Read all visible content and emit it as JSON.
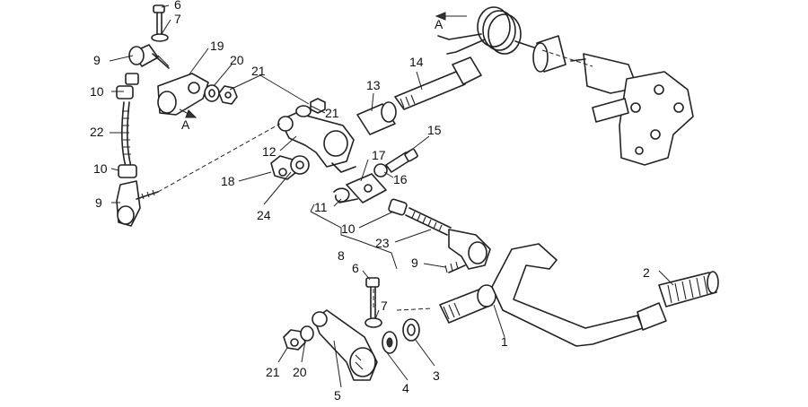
{
  "callouts": [
    {
      "id": "c6a",
      "text": "6"
    },
    {
      "id": "c7a",
      "text": "7"
    },
    {
      "id": "c9a",
      "text": "9"
    },
    {
      "id": "c19",
      "text": "19"
    },
    {
      "id": "c20a",
      "text": "20"
    },
    {
      "id": "c21a",
      "text": "21"
    },
    {
      "id": "c10a",
      "text": "10"
    },
    {
      "id": "c22",
      "text": "22"
    },
    {
      "id": "c21b",
      "text": "21"
    },
    {
      "id": "c13",
      "text": "13"
    },
    {
      "id": "c14",
      "text": "14"
    },
    {
      "id": "c12",
      "text": "12"
    },
    {
      "id": "c15",
      "text": "15"
    },
    {
      "id": "c17",
      "text": "17"
    },
    {
      "id": "c10b",
      "text": "10"
    },
    {
      "id": "c18",
      "text": "18"
    },
    {
      "id": "c16",
      "text": "16"
    },
    {
      "id": "c9b",
      "text": "9"
    },
    {
      "id": "c11",
      "text": "11"
    },
    {
      "id": "c24",
      "text": "24"
    },
    {
      "id": "c10c",
      "text": "10"
    },
    {
      "id": "c23",
      "text": "23"
    },
    {
      "id": "c8",
      "text": "8"
    },
    {
      "id": "c9c",
      "text": "9"
    },
    {
      "id": "c6b",
      "text": "6"
    },
    {
      "id": "c2",
      "text": "2"
    },
    {
      "id": "c7b",
      "text": "7"
    },
    {
      "id": "c1",
      "text": "1"
    },
    {
      "id": "c21c",
      "text": "21"
    },
    {
      "id": "c20b",
      "text": "20"
    },
    {
      "id": "c5",
      "text": "5"
    },
    {
      "id": "c4",
      "text": "4"
    },
    {
      "id": "c3",
      "text": "3"
    }
  ],
  "view_markers": [
    {
      "id": "a1",
      "text": "A"
    },
    {
      "id": "a2",
      "text": "A"
    }
  ]
}
